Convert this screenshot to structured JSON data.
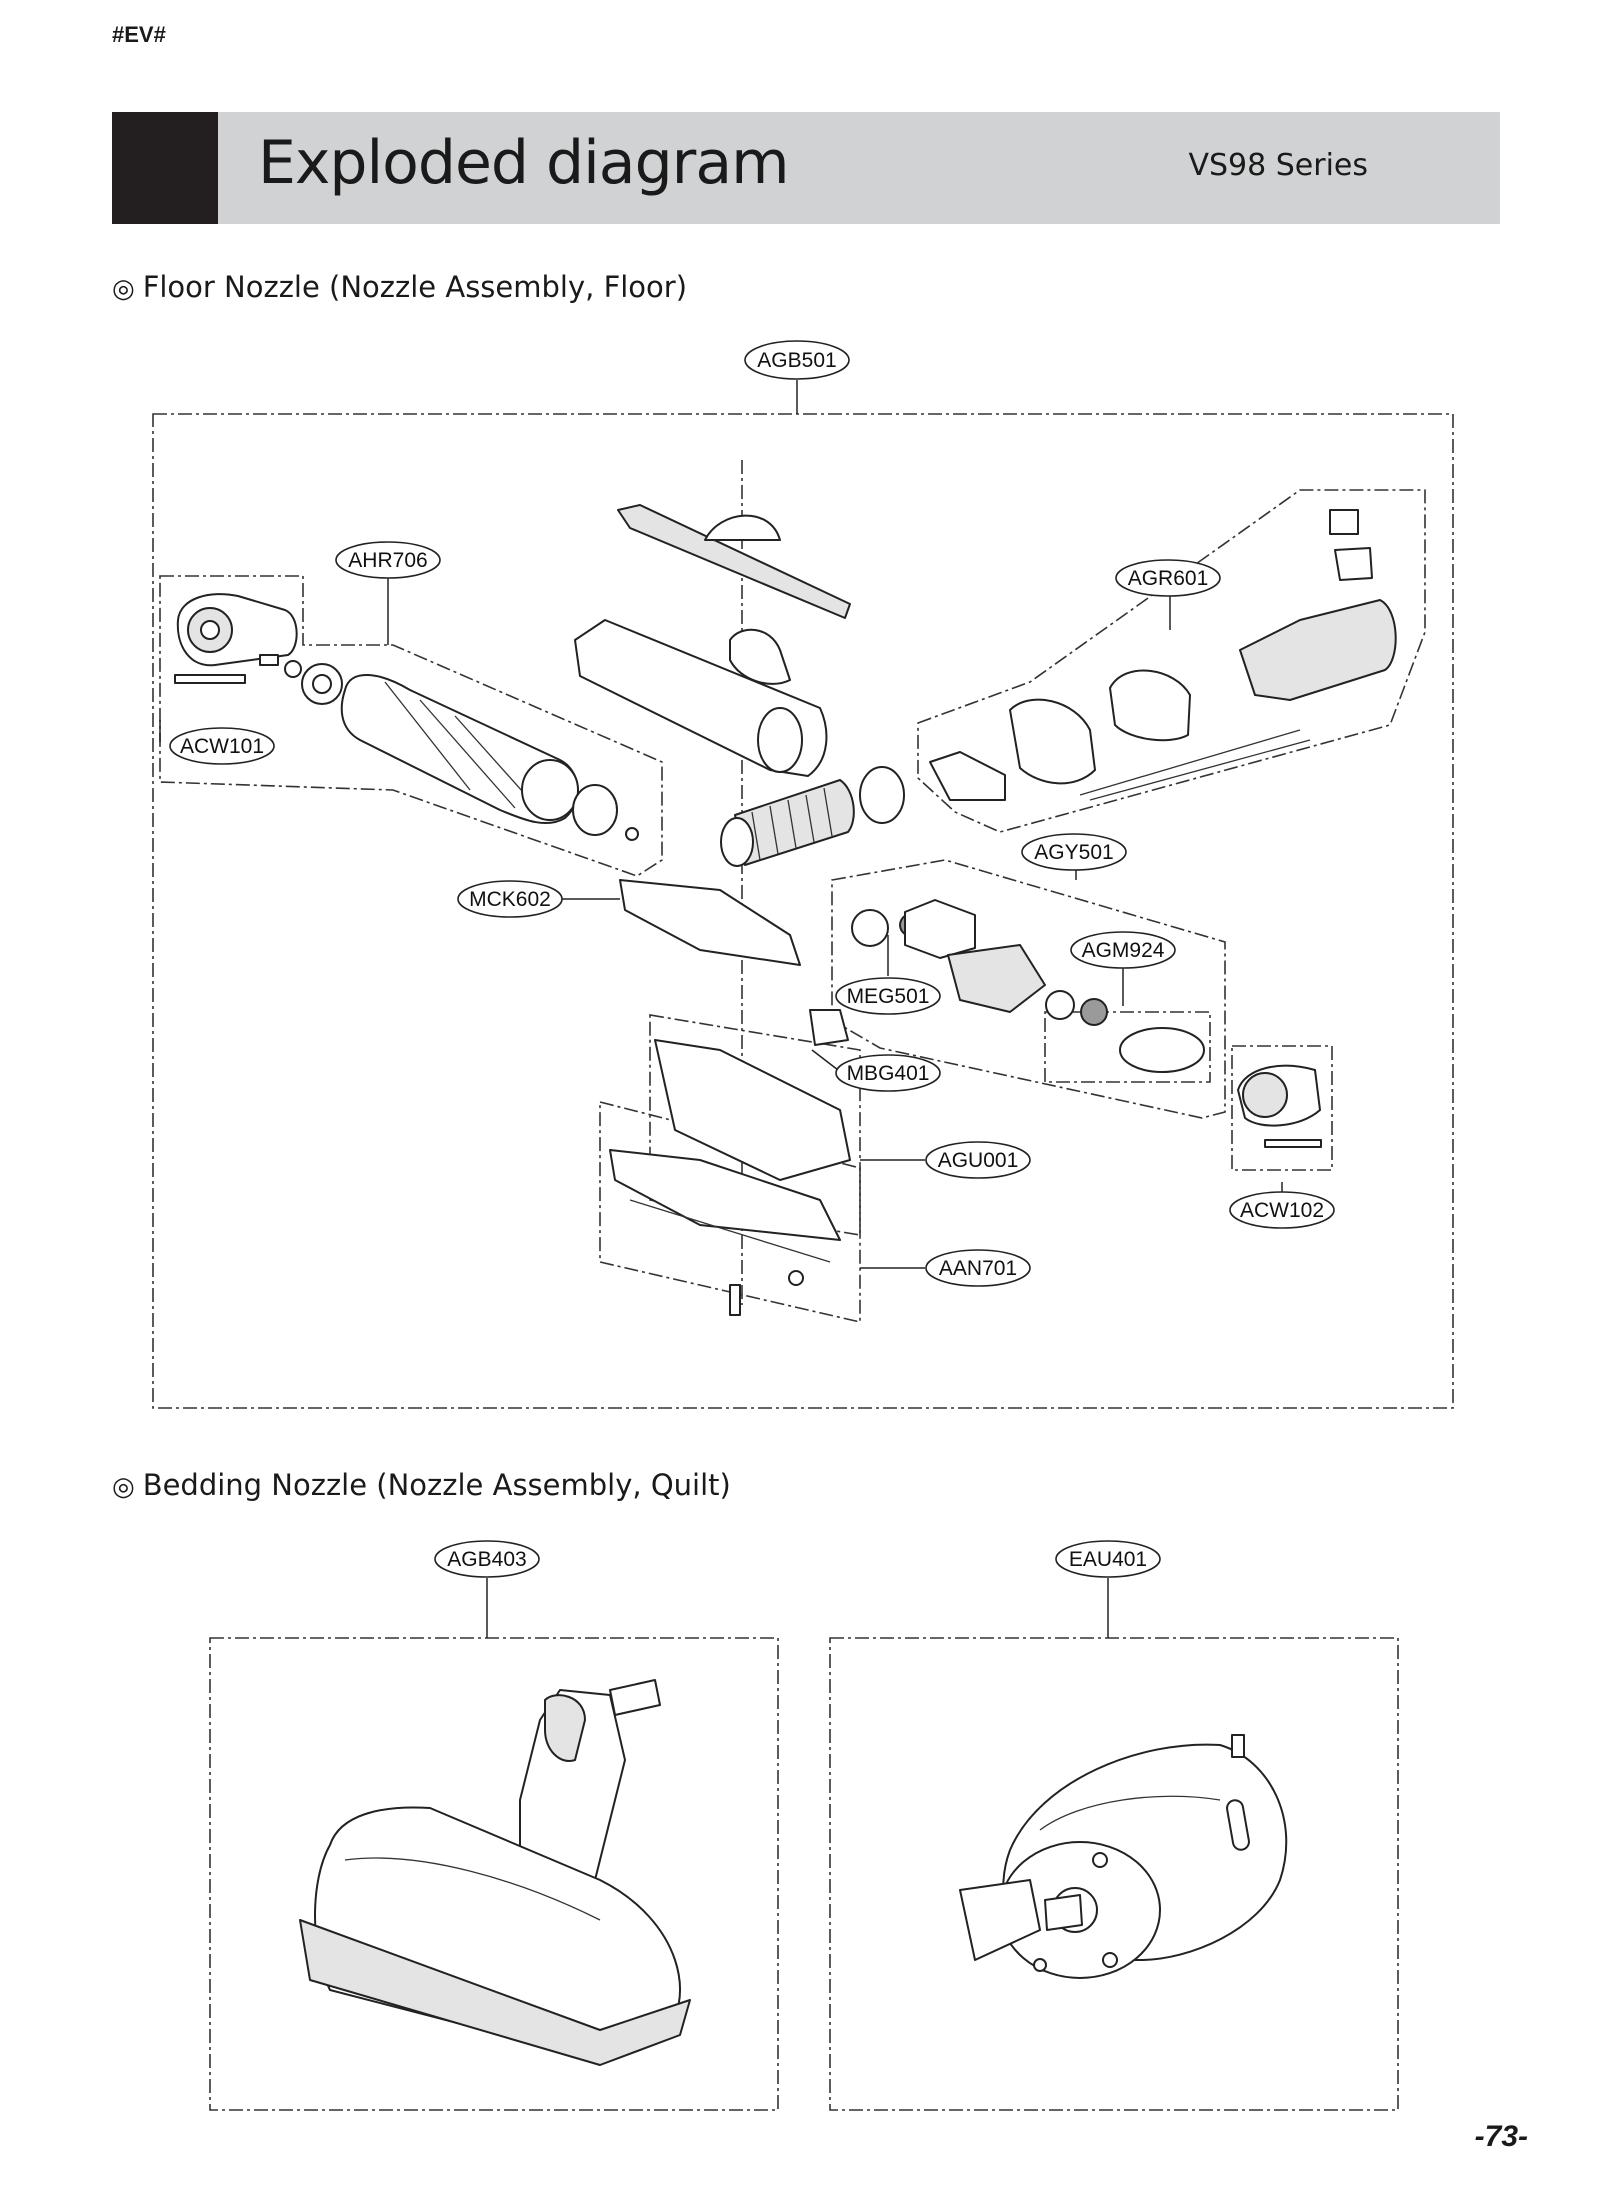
{
  "header": {
    "code_tag": "#EV#",
    "title": "Exploded diagram",
    "series": "VS98 Series"
  },
  "sections": [
    {
      "mark": "◎",
      "title": "Floor Nozzle (Nozzle Assembly, Floor)"
    },
    {
      "mark": "◎",
      "title": "Bedding Nozzle (Nozzle Assembly, Quilt)"
    }
  ],
  "floor_nozzle_parts": {
    "agb501": "AGB501",
    "ahr706": "AHR706",
    "acw101": "ACW101",
    "agr601": "AGR601",
    "mck602": "MCK602",
    "agy501": "AGY501",
    "agm924": "AGM924",
    "meg501": "MEG501",
    "mbg401": "MBG401",
    "agu001": "AGU001",
    "acw102": "ACW102",
    "aan701": "AAN701"
  },
  "bedding_nozzle_parts": {
    "agb403": "AGB403",
    "eau401": "EAU401"
  },
  "footer": {
    "page_number": "-73-"
  }
}
